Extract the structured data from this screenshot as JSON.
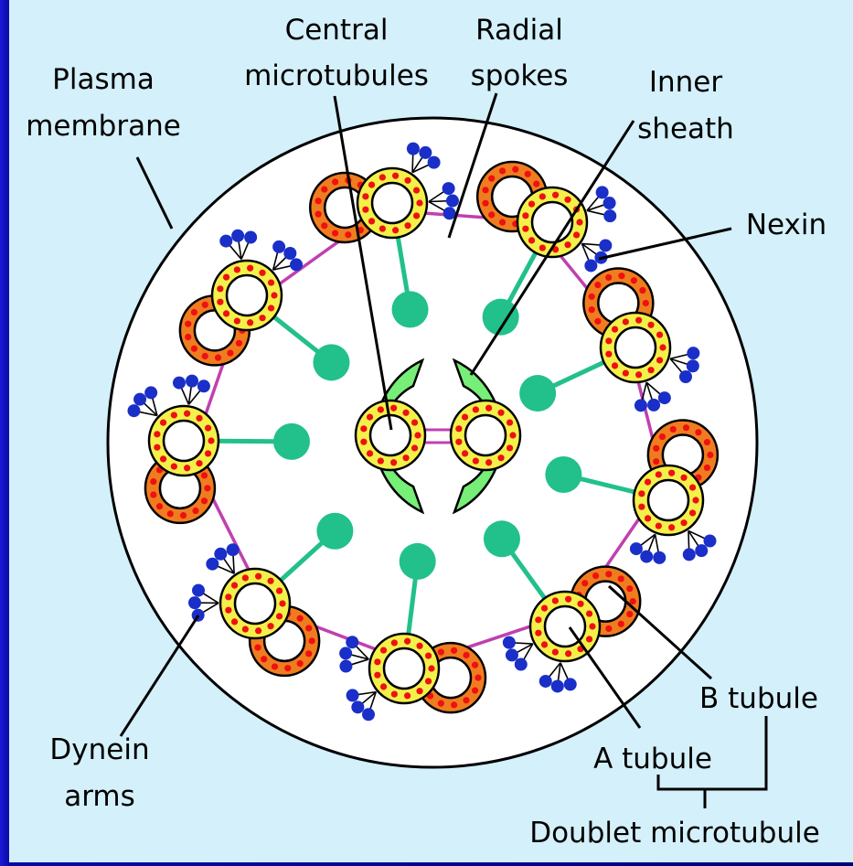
{
  "colors": {
    "frame": "#0a0aa8",
    "background": "#d4f0fa",
    "cell": "#ffffff",
    "a_tubule_ring": "#f4f04a",
    "b_tubule_ring": "#f07c20",
    "protofilament": "#ee1111",
    "spoke": "#22c08a",
    "sheath": "#77ee77",
    "nexin": "#c040b0",
    "dynein": "#1a2fc8"
  },
  "labels": {
    "plasma_membrane": [
      "Plasma",
      "membrane"
    ],
    "central_microtubules": [
      "Central",
      "microtubules"
    ],
    "radial_spokes": [
      "Radial",
      "spokes"
    ],
    "inner_sheath": [
      "Inner",
      "sheath"
    ],
    "nexin": "Nexin",
    "dynein_arms": [
      "Dynein",
      "arms"
    ],
    "a_tubule": "A tubule",
    "b_tubule": "B tubule",
    "doublet_microtubule": "Doublet microtubule"
  }
}
